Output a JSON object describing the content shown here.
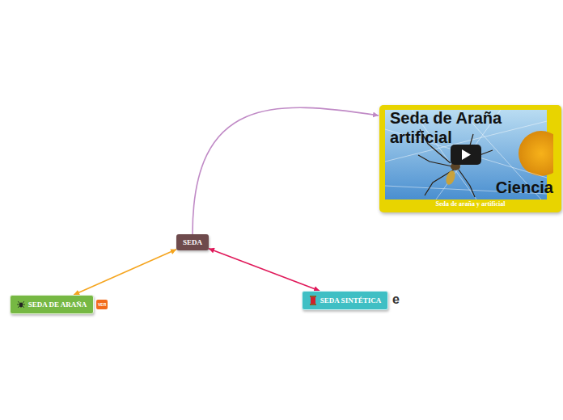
{
  "diagram": {
    "nodes": [
      {
        "text": [
          "Seda de Araña artificial",
          "Ciencia",
          "Seda de araña y artificial"
        ]
      },
      {
        "text": [
          "SEDA"
        ]
      },
      {
        "text": [
          "SEDA DE ARAÑA"
        ]
      },
      {
        "text": [
          "SEDA SINTÉTICA"
        ]
      }
    ],
    "edges": [
      {
        "from": 1,
        "to": 0,
        "arrow": "to"
      },
      {
        "from": 1,
        "to": 2,
        "arrow": "both"
      },
      {
        "from": 1,
        "to": 3,
        "arrow": "both"
      }
    ],
    "labels": [
      "VER",
      "e"
    ]
  }
}
